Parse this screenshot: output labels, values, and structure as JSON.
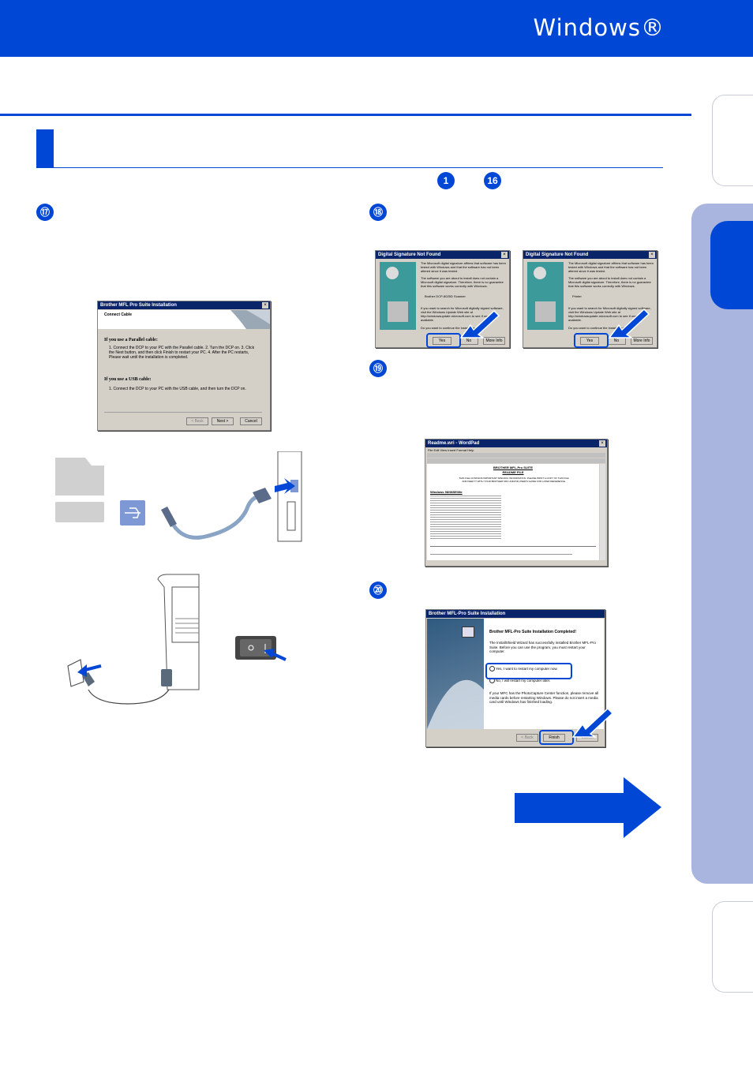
{
  "header": {
    "title": "Windows®"
  },
  "steps": {
    "s17": "⑰",
    "s18": "⑱",
    "s19": "⑲",
    "s20": "⑳",
    "ref_from": "1",
    "ref_to": "16"
  },
  "connect_dialog": {
    "title": "Brother MFL Pro Suite Installation",
    "heading": "Connect Cable",
    "parallel_heading": "If you use a Parallel cable:",
    "parallel_steps": "1. Connect the DCP to your PC with the Parallel cable. 2. Turn the DCP on. 3. Click the Next button, and then click Finish to restart your PC. 4. After the PC restarts, Please wait until the installation is completed.",
    "usb_heading": "If you use a USB cable:",
    "usb_steps": "1. Connect the DCP to your PC with the USB cable, and then turn the DCP on.",
    "back": "< Back",
    "next": "Next >",
    "cancel": "Cancel"
  },
  "sig_dialog": {
    "title": "Digital Signature Not Found",
    "text1": "The Microsoft digital signature affirms that software has been tested with Windows and that the software has not been altered since it was tested.",
    "text2": "The software you are about to install does not contain a Microsoft digital signature. Therefore, there is no guarantee that this software works correctly with Windows.",
    "device_a": "Brother DCP-8025D Scanner",
    "device_b": "Printer",
    "text3": "If you want to search for Microsoft digitally signed software, visit the Windows Update Web site at http://windowsupdate.microsoft.com to see if one is available.",
    "question": "Do you want to continue the installation?",
    "yes": "Yes",
    "no": "No",
    "more": "More Info"
  },
  "wordpad": {
    "title": "Readme.wri - WordPad",
    "menu": "File  Edit  View  Insert  Format  Help",
    "doc_title": "BROTHER MFL-Pro SUITE",
    "doc_subtitle": "README FILE",
    "notice": "THIS FILE CONTAINS IMPORTANT SPECIFIC INFORMATION. PLEASE PRINT A COPY OF THIS FILE AND KEEP IT WITH YOUR BROTHER MFC AND/OR USER'S GUIDE FOR LATER REFERENCE.",
    "section": "Windows 98/98SE/Me"
  },
  "finish_dialog": {
    "title": "Brother MFL-Pro Suite Installation",
    "heading": "Brother MFL-Pro Suite Installation Completed!",
    "body": "The InstallShield Wizard has successfully installed Brother MFL-Pro Suite. Before you can use the program, you must restart your computer.",
    "opt_yes": "Yes, I want to restart my computer now.",
    "opt_no": "No, I will restart my computer later.",
    "note": "If your MFC has the PhotoCapture Center function, please remove all media cards before restarting Windows. Please do not insert a media card until Windows has finished loading.",
    "back": "< Back",
    "finish": "Finish",
    "cancel": "Cancel"
  },
  "colors": {
    "accent": "#0047d6",
    "side_tab": "#a9b5de"
  }
}
